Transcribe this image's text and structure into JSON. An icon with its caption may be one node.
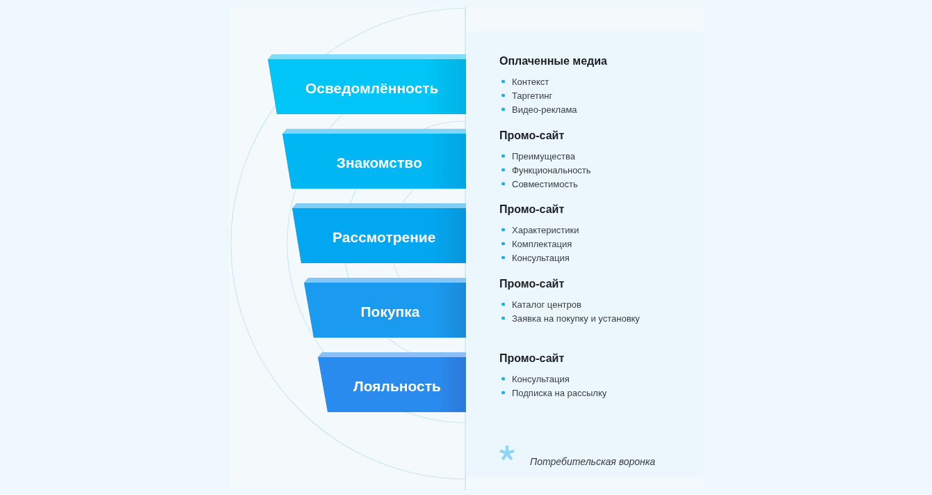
{
  "diagram": {
    "caption": "Потребительская воронка",
    "nodes": [
      {
        "text": [
          "Осведомлённость"
        ],
        "beside": [
          "Оплаченные медиа",
          "Контекст",
          "Таргетинг",
          "Видео-реклама"
        ]
      },
      {
        "text": [
          "Знакомство"
        ],
        "beside": [
          "Промо-сайт",
          "Преимущества",
          "Функциональность",
          "Совместимость"
        ]
      },
      {
        "text": [
          "Рассмотрение"
        ],
        "beside": [
          "Промо-сайт",
          "Характеристики",
          "Комплектация",
          "Консультация"
        ]
      },
      {
        "text": [
          "Покупка"
        ],
        "beside": [
          "Промо-сайт",
          "Каталог центров",
          "Заявка на покупку и установку"
        ]
      },
      {
        "text": [
          "Лояльность"
        ],
        "beside": [
          "Промо-сайт",
          "Консультация",
          "Подписка на рассылку"
        ]
      }
    ]
  }
}
